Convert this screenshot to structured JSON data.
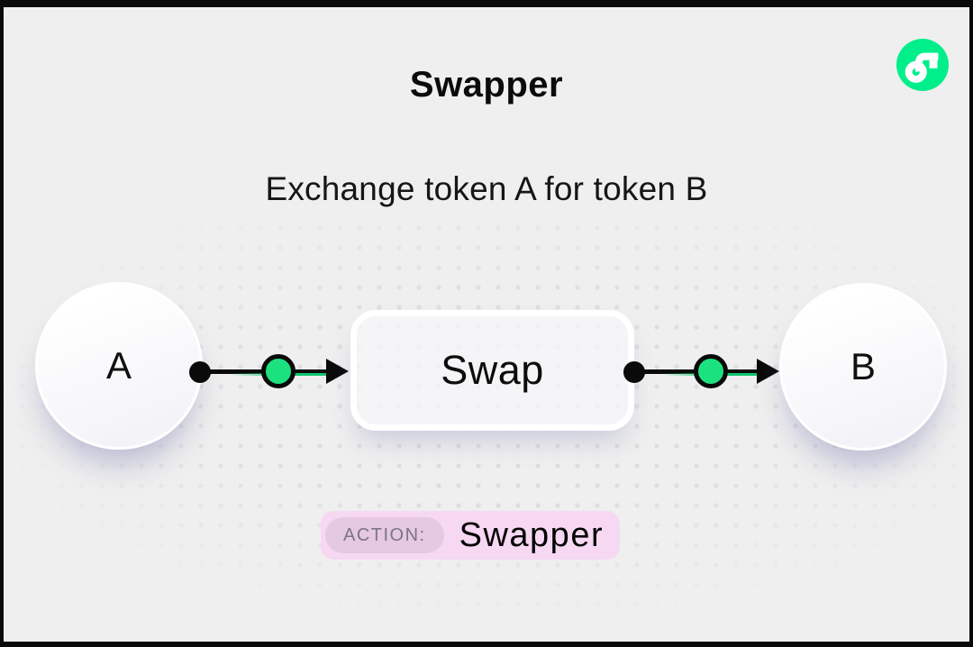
{
  "header": {
    "title": "Swapper",
    "subtitle": "Exchange token A for token B",
    "logo": "flow-logo"
  },
  "diagram": {
    "input_node": {
      "label": "A"
    },
    "action_node": {
      "label": "Swap"
    },
    "output_node": {
      "label": "B"
    },
    "flow": [
      "A",
      "Swap",
      "B"
    ]
  },
  "badge": {
    "label": "ACTION:",
    "value": "Swapper"
  },
  "colors": {
    "flow_green": "#00EF8B",
    "connector_green": "#1CE17F",
    "badge_bg": "#F6D8F2",
    "badge_label_bg": "#E5C8E1",
    "canvas_bg": "#EFEFEF",
    "frame_border": "#0A0A0A"
  }
}
